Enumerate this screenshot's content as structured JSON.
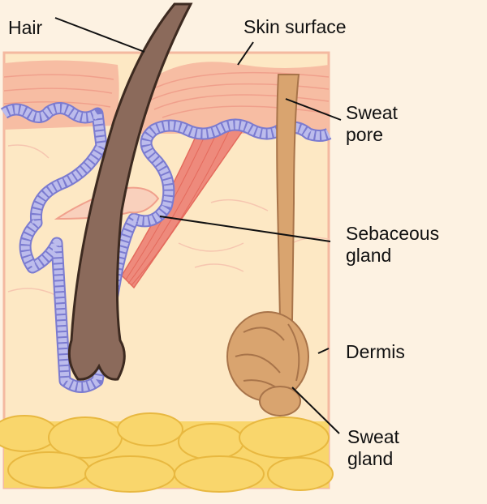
{
  "title": "Skin cross-section",
  "labels": {
    "hair": "Hair",
    "skin_surface": "Skin surface",
    "sweat_pore_1": "Sweat",
    "sweat_pore_2": "pore",
    "sebaceous_1": "Sebaceous",
    "sebaceous_2": "gland",
    "dermis": "Dermis",
    "sweat_gland_1": "Sweat",
    "sweat_gland_2": "gland"
  },
  "colors": {
    "background": "#fdf2e2",
    "dermis": "#fde8c4",
    "epidermis": "#f7bda3",
    "membrane": "#bcbcec",
    "membrane_outline": "#7b7bd0",
    "hair": "#8b6a5b",
    "sweat_gland": "#d9a46f",
    "fat": "#f9d66c",
    "muscle": "#ee8a7c"
  }
}
